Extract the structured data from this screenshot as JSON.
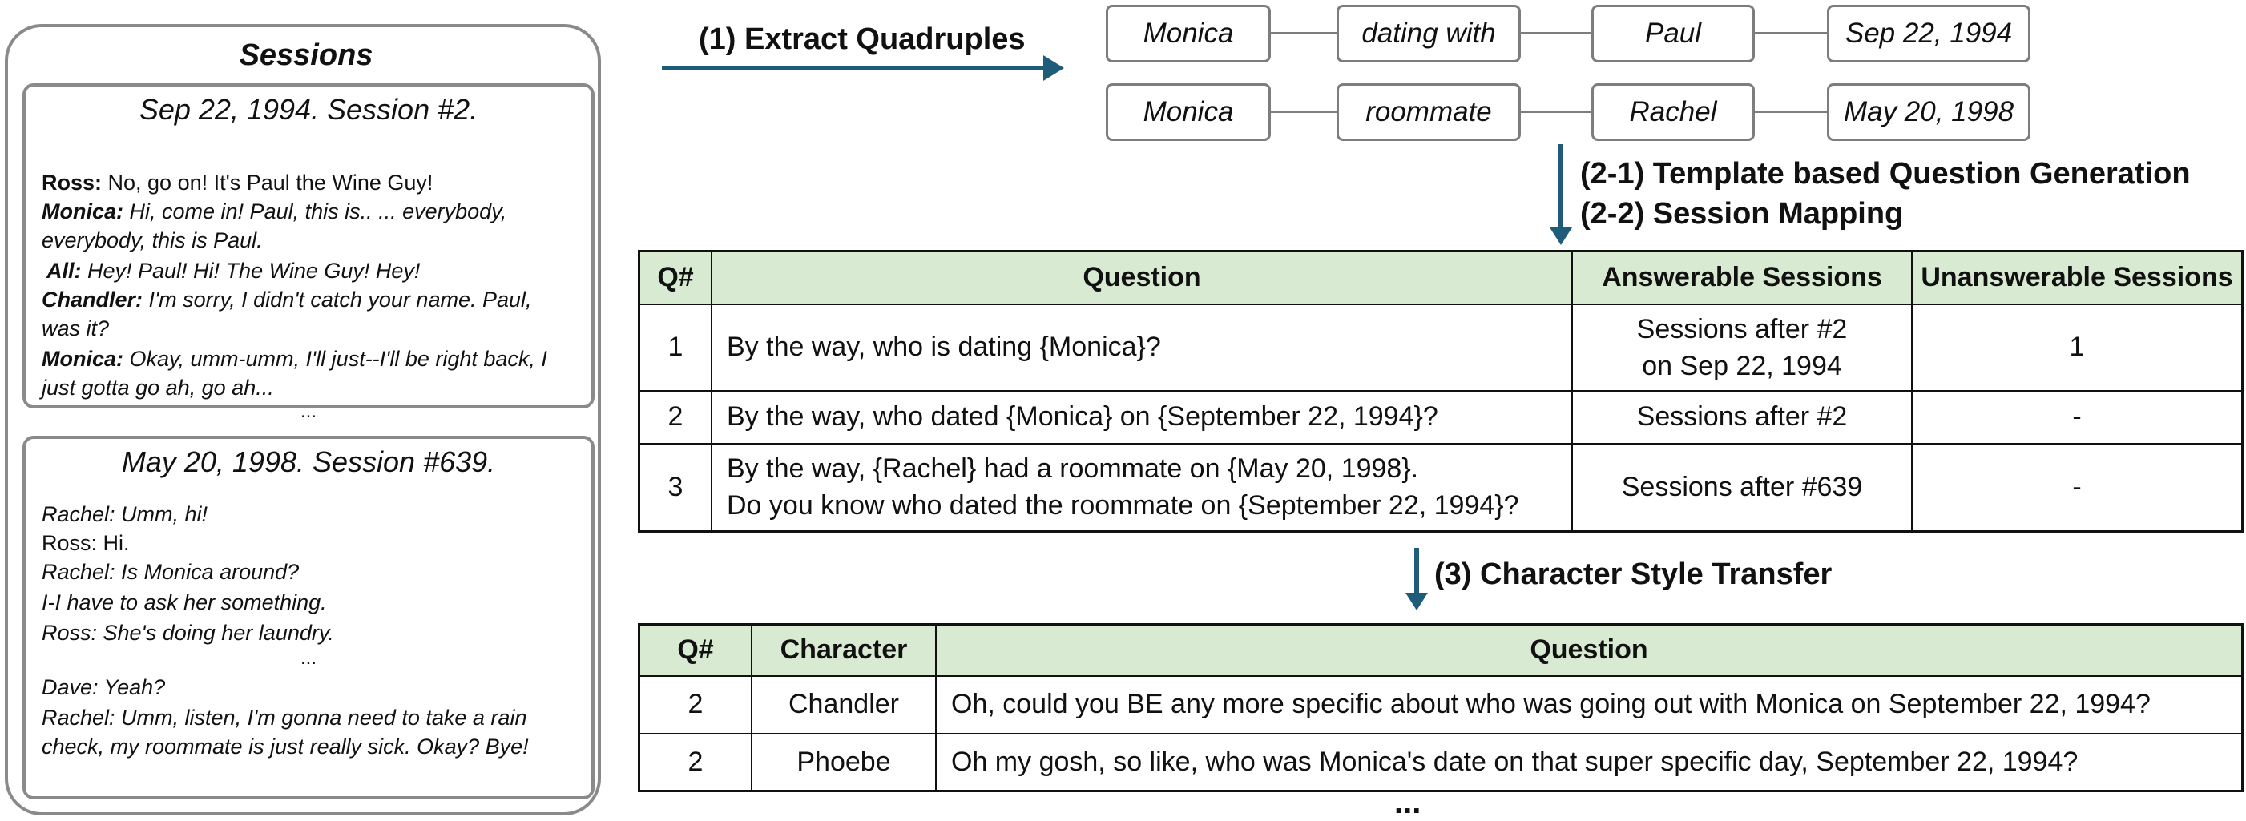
{
  "sessions_panel": {
    "title": "Sessions",
    "session1": {
      "header": "Sep 22, 1994.  Session #2.",
      "lines": [
        {
          "speaker": "Ross:",
          "text": "  No, go on! It's Paul the Wine Guy!"
        },
        {
          "speaker": "Monica:",
          "text": " Hi, come in! Paul, this is.. ... everybody,"
        },
        {
          "speaker": "",
          "text": "everybody, this is Paul."
        },
        {
          "speaker": "All:",
          "text": " Hey! Paul! Hi! The Wine Guy! Hey!"
        },
        {
          "speaker": "Chandler:",
          "text": " I'm sorry, I didn't catch your name. Paul,"
        },
        {
          "speaker": "",
          "text": "was it?"
        },
        {
          "speaker": "Monica:",
          "text": " Okay, umm-umm, I'll just--I'll be right back, I"
        },
        {
          "speaker": "",
          "text": "just gotta go ah, go ah..."
        }
      ],
      "ellipsis": "..."
    },
    "session2": {
      "header": "May 20, 1998.  Session #639.",
      "lines": [
        "Rachel: Umm, hi!",
        "Ross: Hi.",
        "Rachel: Is Monica around?",
        "I-I have to ask her something.",
        "Ross: She's doing her laundry."
      ],
      "ellipsis": "...",
      "lines2": [
        "Dave: Yeah?",
        "Rachel: Umm, listen, I'm gonna need to take a rain",
        "check, my roommate is just really sick. Okay? Bye!"
      ]
    }
  },
  "steps": {
    "extract": "(1) Extract Quadruples",
    "template": "(2-1) Template based Question Generation",
    "mapping": "(2-2) Session Mapping",
    "style": "(3) Character Style Transfer"
  },
  "quadruples": [
    [
      "Monica",
      "dating with",
      "Paul",
      "Sep 22, 1994"
    ],
    [
      "Monica",
      "roommate",
      "Rachel",
      "May 20, 1998"
    ]
  ],
  "question_table": {
    "headers": [
      "Q#",
      "Question",
      "Answerable Sessions",
      "Unanswerable Sessions"
    ],
    "rows": [
      {
        "q": "1",
        "question_l1": "By the way, who is dating {Monica}?",
        "question_l2": "",
        "ans_l1": "Sessions after #2",
        "ans_l2": "on Sep 22, 1994",
        "unans": "1"
      },
      {
        "q": "2",
        "question_l1": "By the way, who dated {Monica} on {September 22, 1994}?",
        "question_l2": "",
        "ans_l1": "Sessions after #2",
        "ans_l2": "",
        "unans": "-"
      },
      {
        "q": "3",
        "question_l1": "By the way, {Rachel} had a roommate on {May 20, 1998}.",
        "question_l2": "Do you know who dated the roommate on {September 22, 1994}?",
        "ans_l1": "Sessions after #639",
        "ans_l2": "",
        "unans": "-"
      }
    ]
  },
  "character_table": {
    "headers": [
      "Q#",
      "Character",
      "Question"
    ],
    "rows": [
      {
        "q": "2",
        "character": "Chandler",
        "question": "Oh, could you BE any more specific about who was going out with Monica on September 22, 1994?"
      },
      {
        "q": "2",
        "character": "Phoebe",
        "question": "Oh my gosh, so like, who was Monica's date on that super specific day, September 22, 1994?"
      }
    ],
    "trailing": "..."
  },
  "colors": {
    "arrow": "#1f5c7a",
    "header_bg": "#d9ead3",
    "box_border": "#8a8a8a"
  }
}
